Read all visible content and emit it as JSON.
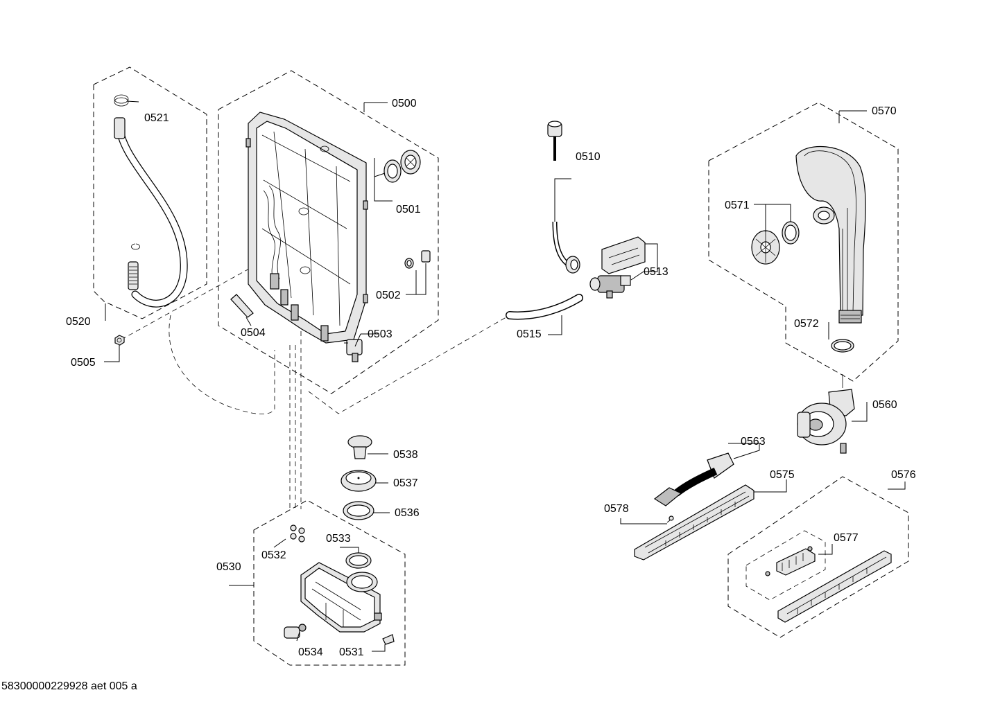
{
  "labels": {
    "p0500": "0500",
    "p0501": "0501",
    "p0502": "0502",
    "p0503": "0503",
    "p0504": "0504",
    "p0505": "0505",
    "p0510": "0510",
    "p0513": "0513",
    "p0515": "0515",
    "p0520": "0520",
    "p0521": "0521",
    "p0530": "0530",
    "p0531": "0531",
    "p0532": "0532",
    "p0533": "0533",
    "p0534": "0534",
    "p0536": "0536",
    "p0537": "0537",
    "p0538": "0538",
    "p0560": "0560",
    "p0563": "0563",
    "p0570": "0570",
    "p0571": "0571",
    "p0572": "0572",
    "p0575": "0575",
    "p0576": "0576",
    "p0577": "0577",
    "p0578": "0578"
  },
  "footer": "58300000229928 aet 005 a"
}
